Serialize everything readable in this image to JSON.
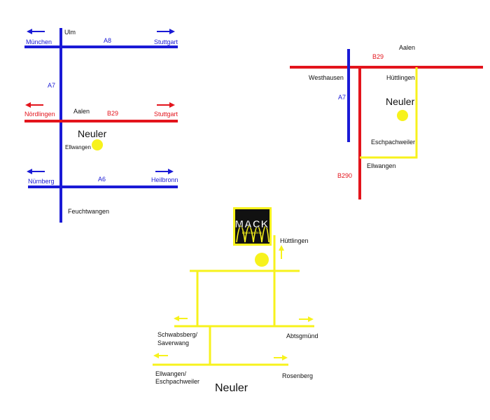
{
  "colors": {
    "blue": "#1a1ad6",
    "red": "#e3141c",
    "yellow": "#f7f21c",
    "text": "#111111",
    "logo_bg": "#111111",
    "logo_accent": "#f7f21c"
  },
  "map1": {
    "city_ulm": "Ulm",
    "a8_label": "A8",
    "west_muenchen": "München",
    "east_stuttgart_a8": "Stuttgart",
    "a7_label": "A7",
    "aalen": "Aalen",
    "b29_label": "B29",
    "west_noerdlingen": "Nördlingen",
    "east_stuttgart_b29": "Stuttgart",
    "neuler": "Neuler",
    "ellwangen": "Ellwangen",
    "a6_label": "A6",
    "west_nuernberg": "Nürnberg",
    "east_heilbronn": "Heilbronn",
    "feuchtwangen": "Feuchtwangen"
  },
  "map2": {
    "aalen": "Aalen",
    "b29_label": "B29",
    "westhausen": "Westhausen",
    "huettlingen": "Hüttlingen",
    "a7_label": "A7",
    "neuler": "Neuler",
    "eschpachweiler": "Eschpachweiler",
    "ellwangen": "Ellwangen",
    "b290_label": "B290"
  },
  "map3": {
    "logo_text": "MACK",
    "logo_subtext": "Elektrotechnik",
    "huettlingen": "Hüttlingen",
    "schwabsberg_1": "Schwabsberg/",
    "schwabsberg_2": "Saverwang",
    "abtsgmuend": "Abtsgmünd",
    "ellwangen_1": "Ellwangen/",
    "ellwangen_2": "Eschpachweiler",
    "rosenberg": "Rosenberg",
    "neuler": "Neuler"
  }
}
